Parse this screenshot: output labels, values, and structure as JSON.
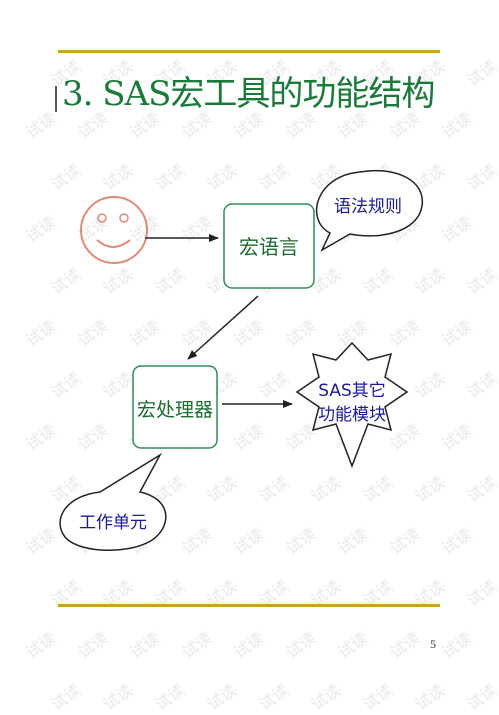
{
  "slide": {
    "title": "3. SAS宏工具的功能结构",
    "page_number": "5",
    "accent_color": "#c9a227",
    "title_color": "#1a7a3a"
  },
  "diagram": {
    "macro_language_label": "宏语言",
    "macro_processor_label": "宏处理器",
    "other_modules_line1": "SAS其它",
    "other_modules_line2": "功能模块",
    "syntax_rules_label": "语法规则",
    "work_unit_label": "工作单元",
    "box_border_color": "#2e8b57",
    "box_text_color": "#1a6b2e",
    "callout_text_color": "#1a1a9a",
    "face_color": "#e08a7a"
  },
  "watermark": {
    "text": "试读",
    "color": "#969696"
  }
}
